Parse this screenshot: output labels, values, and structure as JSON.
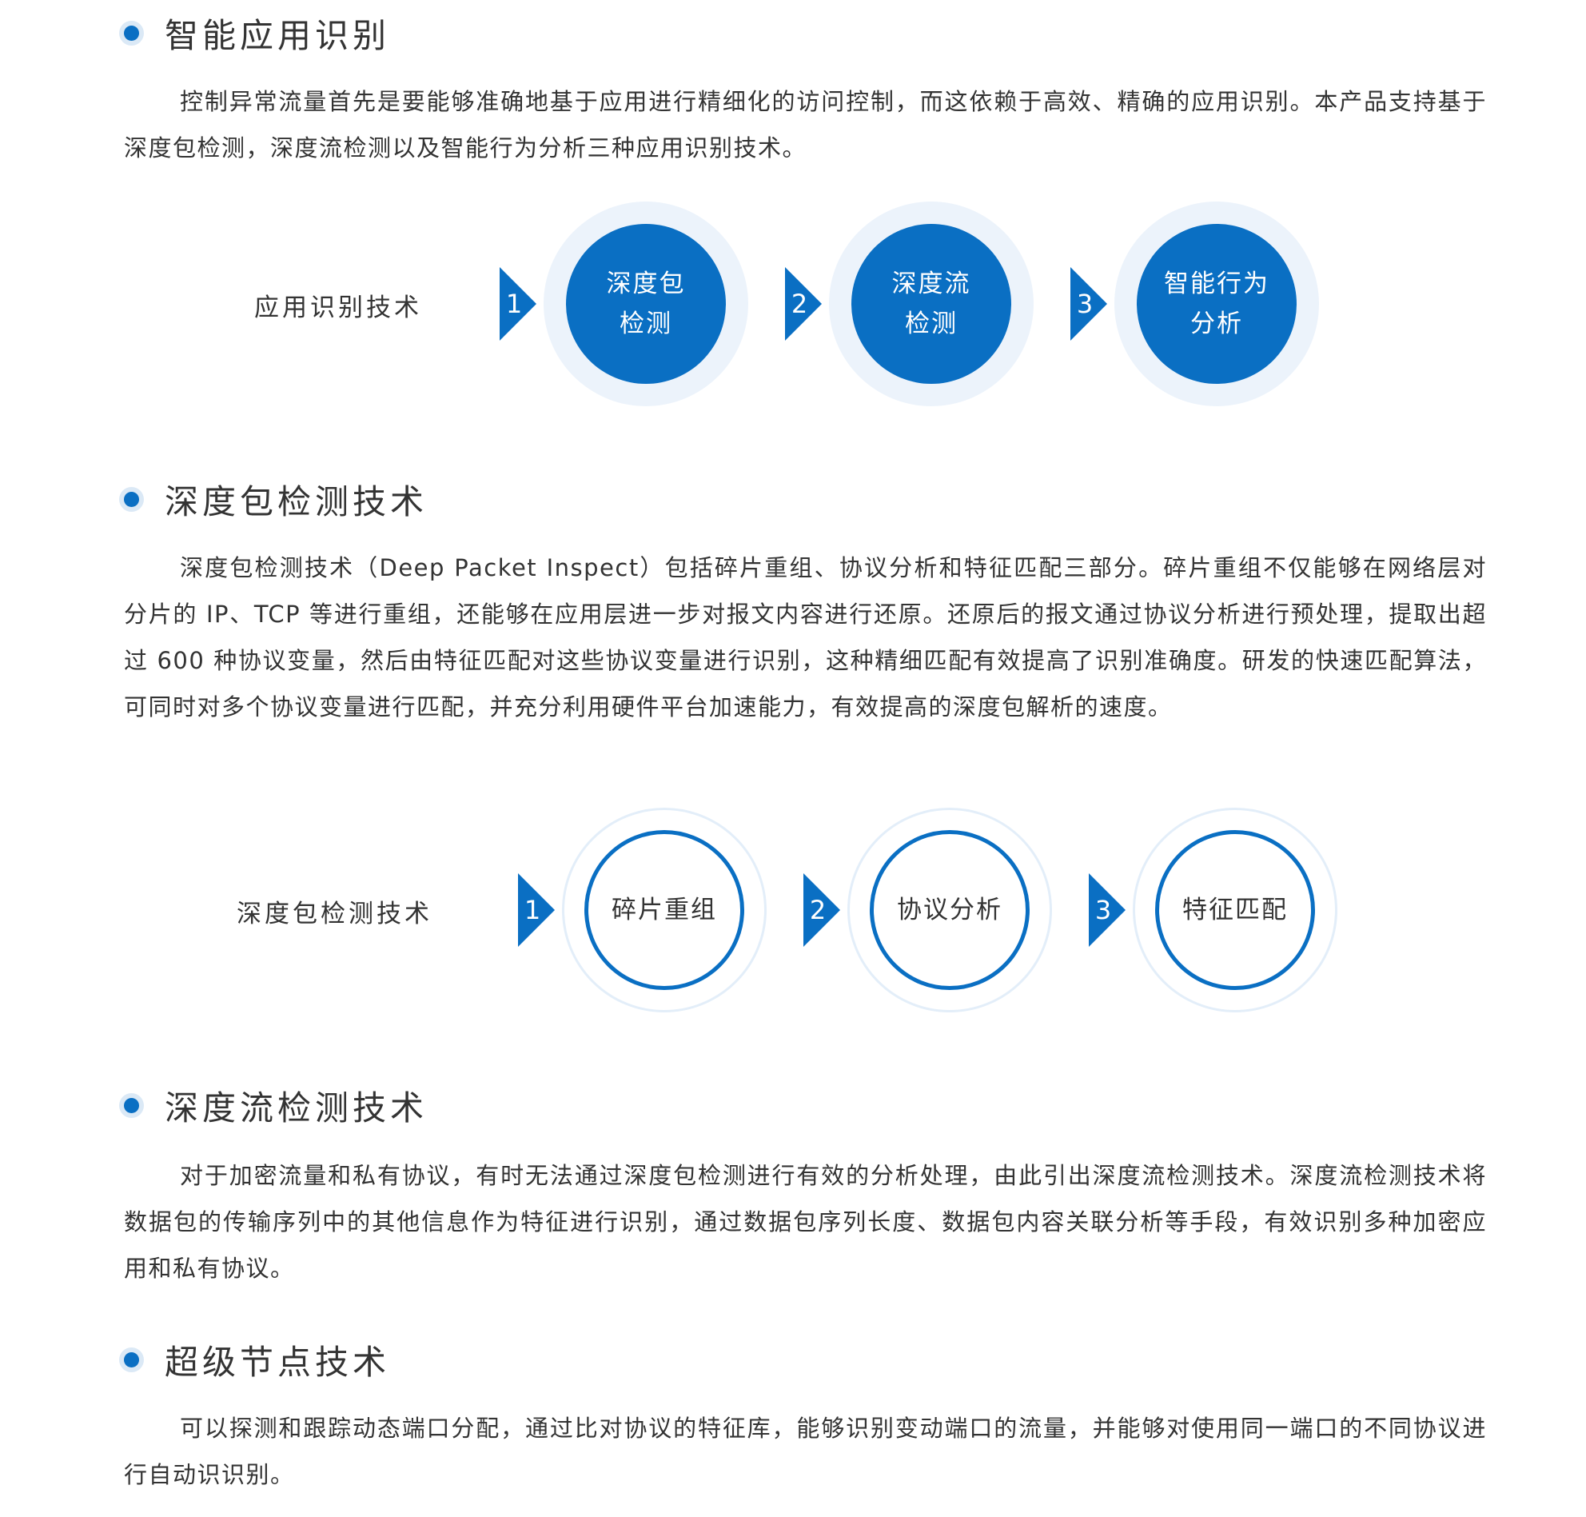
{
  "sections": [
    {
      "title": "智能应用识别",
      "paragraph": "控制异常流量首先是要能够准确地基于应用进行精细化的访问控制，而这依赖于高效、精确的应用识别。本产品支持基于深度包检测，深度流检测以及智能行为分析三种应用识别技术。"
    },
    {
      "title": "深度包检测技术",
      "paragraph": "深度包检测技术（Deep Packet Inspect）包括碎片重组、协议分析和特征匹配三部分。碎片重组不仅能够在网络层对分片的 IP、TCP 等进行重组，还能够在应用层进一步对报文内容进行还原。还原后的报文通过协议分析进行预处理，提取出超过 600 种协议变量，然后由特征匹配对这些协议变量进行识别，这种精细匹配有效提高了识别准确度。研发的快速匹配算法，可同时对多个协议变量进行匹配，并充分利用硬件平台加速能力，有效提高的深度包解析的速度。"
    },
    {
      "title": "深度流检测技术",
      "paragraph": "对于加密流量和私有协议，有时无法通过深度包检测进行有效的分析处理，由此引出深度流检测技术。深度流检测技术将数据包的传输序列中的其他信息作为特征进行识别，通过数据包序列长度、数据包内容关联分析等手段，有效识别多种加密应用和私有协议。"
    },
    {
      "title": "超级节点技术",
      "paragraph": "可以探测和跟踪动态端口分配，通过比对协议的特征库，能够识别变动端口的流量，并能够对使用同一端口的不同协议进行自动识识别。"
    }
  ],
  "diagram1": {
    "label": "应用识别技术",
    "steps": [
      {
        "num": "1",
        "line1": "深度包",
        "line2": "检测"
      },
      {
        "num": "2",
        "line1": "深度流",
        "line2": "检测"
      },
      {
        "num": "3",
        "line1": "智能行为",
        "line2": "分析"
      }
    ]
  },
  "diagram2": {
    "label": "深度包检测技术",
    "steps": [
      {
        "num": "1",
        "text": "碎片重组"
      },
      {
        "num": "2",
        "text": "协议分析"
      },
      {
        "num": "3",
        "text": "特征匹配"
      }
    ]
  },
  "colors": {
    "accent": "#0a6fc3",
    "halo": "#ecf3fb",
    "text": "#333333"
  }
}
